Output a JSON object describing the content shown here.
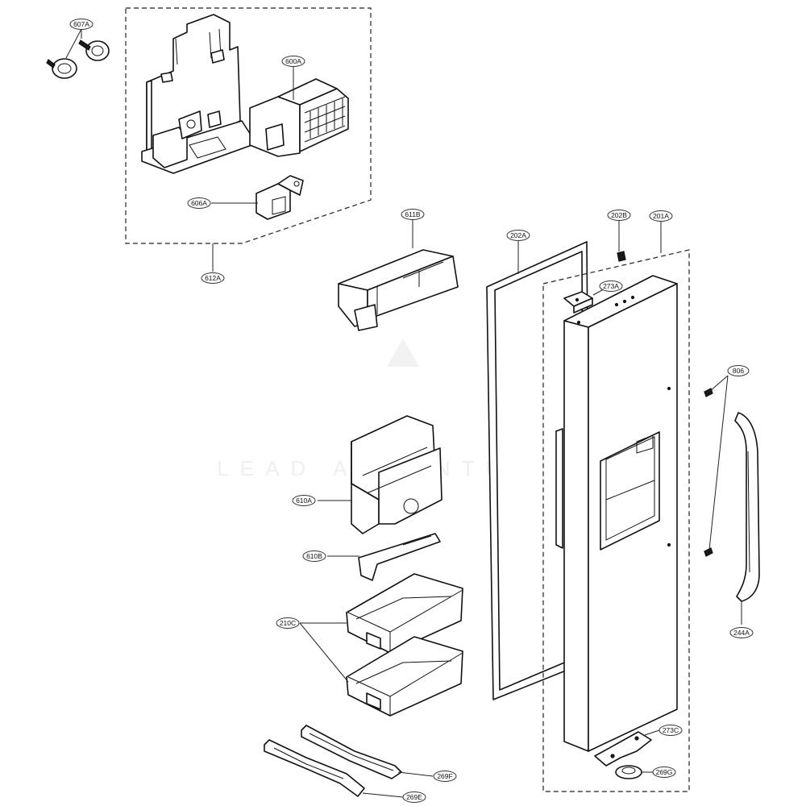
{
  "watermark": "LEAD ADVENTURES",
  "callouts": {
    "c607A": "607A",
    "c600A": "600A",
    "c606A": "606A",
    "c612A": "612A",
    "c611B": "611B",
    "c202A": "202A",
    "c202B": "202B",
    "c201A": "201A",
    "c273A": "273A",
    "c806": "806",
    "c610A": "610A",
    "c610B": "610B",
    "c210C": "210C",
    "c244A": "244A",
    "c273C": "273C",
    "c269G": "269G",
    "c269F": "269F",
    "c269E": "269E"
  },
  "colors": {
    "line": "#111111",
    "background": "#ffffff",
    "watermark": "#eeeeee"
  }
}
